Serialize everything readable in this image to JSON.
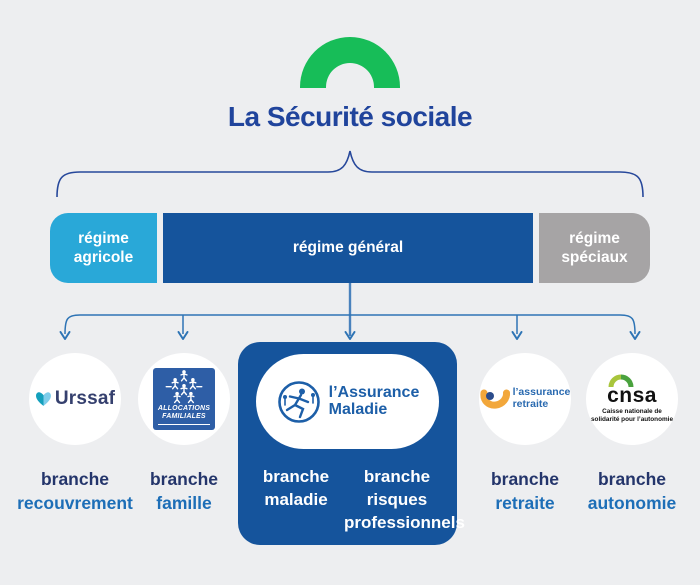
{
  "header": {
    "title": "La Sécurité sociale"
  },
  "regimes": {
    "agricole": "régime agricole",
    "general": "régime général",
    "speciaux": "régime spéciaux"
  },
  "logos": {
    "urssaf": "Urssaf",
    "caf": {
      "l1": "ALLOCATIONS",
      "l2": "FAMILIALES"
    },
    "assurance_maladie": {
      "l1": "l’Assurance",
      "l2": "Maladie"
    },
    "assurance_retraite": {
      "l1": "l’assurance",
      "l2": "retraite"
    },
    "cnsa": {
      "name": "cnsa",
      "sub1": "Caisse nationale de",
      "sub2": "solidarité pour l’autonomie"
    }
  },
  "branches": {
    "recouvrement": {
      "l1": "branche",
      "l2": "recouvrement"
    },
    "famille": {
      "l1": "branche",
      "l2": "famille"
    },
    "maladie": {
      "l1": "branche",
      "l2": "maladie"
    },
    "risques": {
      "l1": "branche",
      "l2": "risques",
      "l3": "professionnels"
    },
    "retraite": {
      "l1": "branche",
      "l2": "retraite"
    },
    "autonomie": {
      "l1": "branche",
      "l2": "autonomie"
    }
  },
  "colors": {
    "background": "#edeef0",
    "arch_green": "#17bd58",
    "title_blue": "#20449c",
    "agricole_cyan": "#29a8d8",
    "general_blue": "#15549c",
    "speciaux_gray": "#a6a4a5",
    "connector_blue": "#2e74b5",
    "brace_navy": "#27489b",
    "branch_word_navy": "#24356b",
    "branch_name_blue": "#1d6eb7"
  }
}
